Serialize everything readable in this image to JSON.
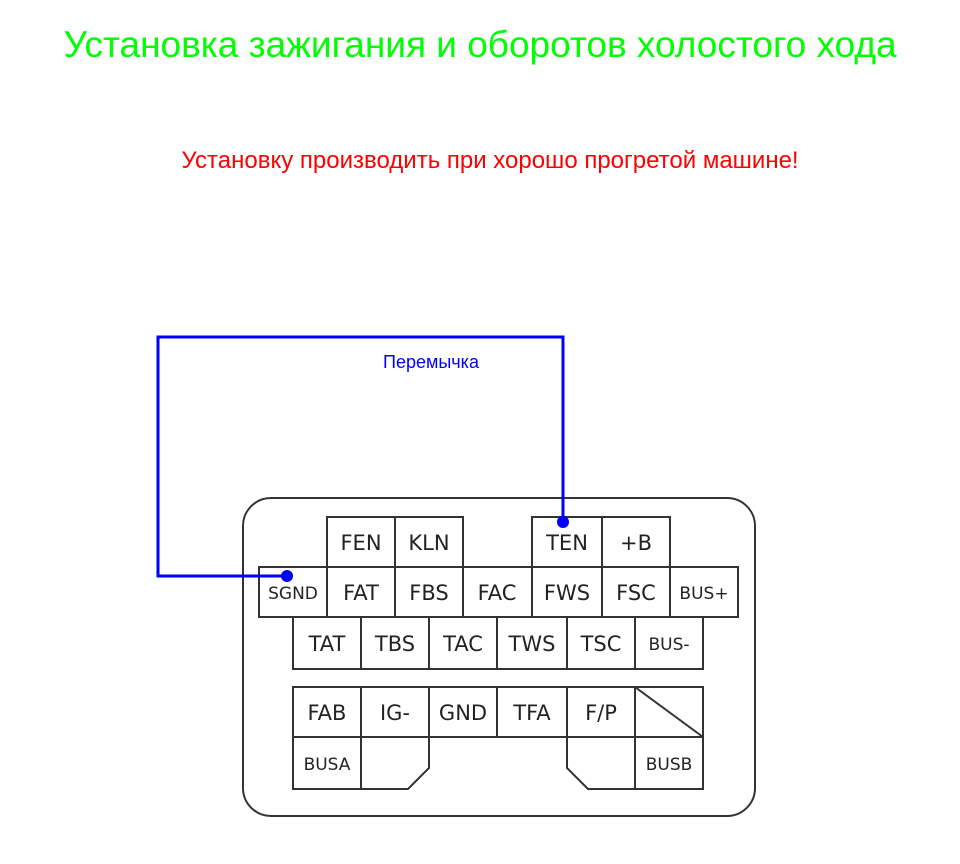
{
  "title": "Установка зажигания и оборотов холостого хода",
  "warning": "Установку производить при хорошо прогретой машине!",
  "jumper": {
    "label": "Перемычка",
    "from": "TEN",
    "to": "SGND",
    "color": "#0000ff"
  },
  "colors": {
    "title": "#00ff00",
    "warning": "#ff0000",
    "jumper": "#0000ff"
  },
  "connector": {
    "row1": [
      "FEN",
      "KLN",
      "TEN",
      "+B"
    ],
    "row2": [
      "SGND",
      "FAT",
      "FBS",
      "FAC",
      "FWS",
      "FSC",
      "BUS+"
    ],
    "row3": [
      "TAT",
      "TBS",
      "TAC",
      "TWS",
      "TSC",
      "BUS-"
    ],
    "row4": [
      "FAB",
      "IG-",
      "GND",
      "TFA",
      "F/P"
    ],
    "row5": [
      "BUSA",
      "BUSB"
    ]
  }
}
